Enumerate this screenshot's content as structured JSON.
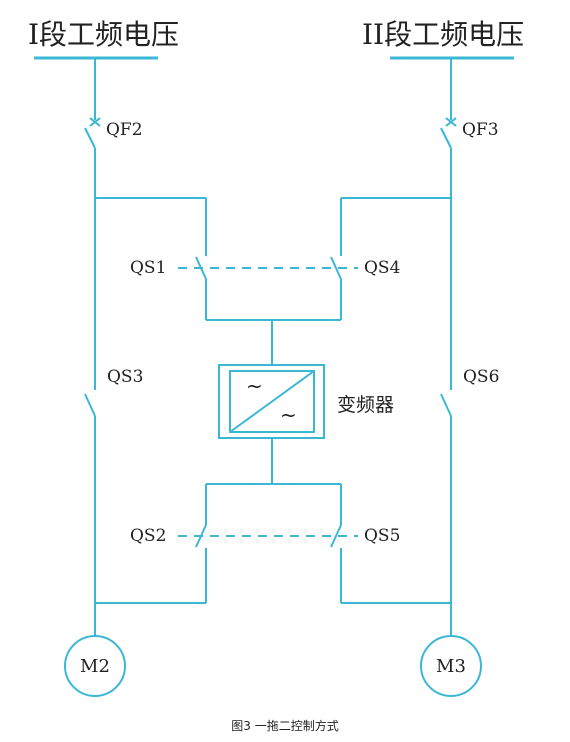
{
  "bus_left": "I段工频电压",
  "bus_right": "II段工频电压",
  "breakers": {
    "left": "QF2",
    "right": "QF3"
  },
  "switches": {
    "qs1": "QS1",
    "qs2": "QS2",
    "qs3": "QS3",
    "qs4": "QS4",
    "qs5": "QS5",
    "qs6": "QS6"
  },
  "converter": {
    "label": "变频器",
    "symbol_top": "~",
    "symbol_bottom": "~"
  },
  "motors": {
    "left": "M2",
    "right": "M3"
  },
  "caption": "图3 一拖二控制方式",
  "colors": {
    "wire": "#3bb7d6",
    "text": "#222222",
    "background": "#ffffff"
  }
}
